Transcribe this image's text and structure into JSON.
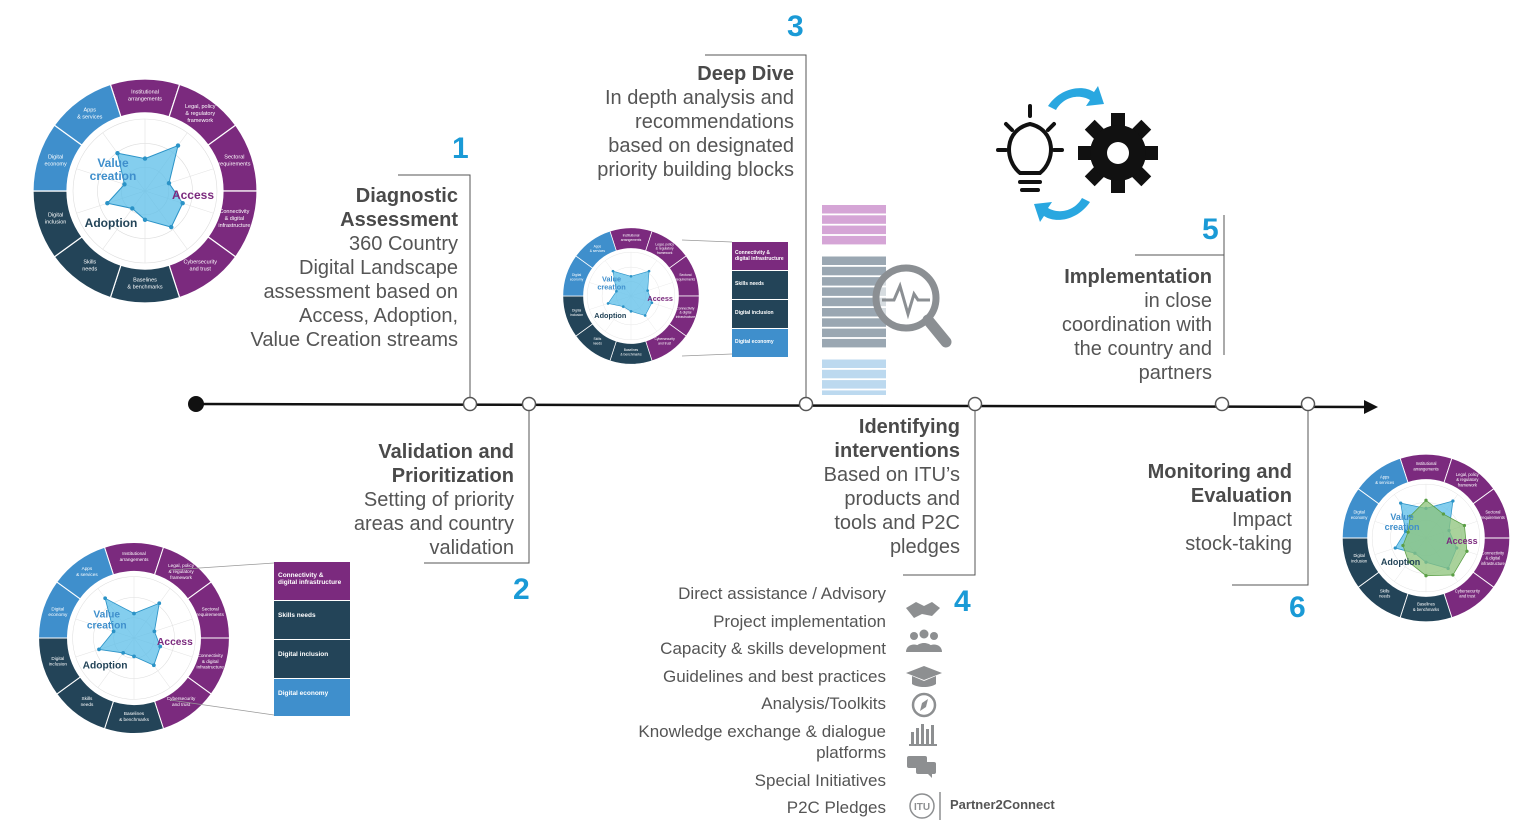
{
  "stages": [
    {
      "number": "1",
      "title": "Diagnostic\nAssessment",
      "body": "360 Country\nDigital Landscape\nassessment based on\nAccess, Adoption,\nValue Creation streams"
    },
    {
      "number": "2",
      "title": "Validation and\nPrioritization",
      "body": "Setting of priority\nareas and country\nvalidation"
    },
    {
      "number": "3",
      "title": "Deep Dive",
      "body": "In depth analysis and\nrecommendations\nbased on designated\npriority building blocks"
    },
    {
      "number": "4",
      "title": "Identifying\ninterventions",
      "body": "Based on ITU’s\nproducts and\ntools and P2C\npledges"
    },
    {
      "number": "5",
      "title": "Implementation",
      "body": "in close\ncoordination with\nthe country and\npartners"
    },
    {
      "number": "6",
      "title": "Monitoring and\nEvaluation",
      "body": "Impact\nstock-taking"
    }
  ],
  "wheel": {
    "centers": [
      "Value\ncreation",
      "Access",
      "Adoption"
    ],
    "segments": [
      "Institutional\narrangements",
      "Legal, policy\n& regulatory\nframework",
      "Sectoral\nrequirements",
      "Connectivity\n& digital\ninfrastructure",
      "Cybersecurity\nand trust",
      "Baselines\n& benchmarks",
      "Skills\nneeds",
      "Digital\ninclusion",
      "Digital\neconomy",
      "Apps\n& services"
    ]
  },
  "priority_blocks": [
    "Connectivity &\ndigital infrastructure",
    "Skills needs",
    "Digital inclusion",
    "Digital economy"
  ],
  "tools": [
    {
      "label": "Direct assistance / Advisory",
      "icon": "handshake-icon"
    },
    {
      "label": "Project implementation",
      "icon": "hammer-icon"
    },
    {
      "label": "Capacity & skills development",
      "icon": "people-group-icon"
    },
    {
      "label": "Guidelines and best practices",
      "icon": "graduation-cap-icon"
    },
    {
      "label": "Analysis/Toolkits",
      "icon": "compass-icon"
    },
    {
      "label": "Knowledge exchange & dialogue\nplatforms",
      "icon": "bar-chart-icon"
    },
    {
      "label": "Special Initiatives",
      "icon": "chat-bubbles-icon"
    },
    {
      "label": "P2C Pledges",
      "icon": "itu-logo-icon"
    }
  ],
  "p2c_brand": "Partner2Connect",
  "colors": {
    "purple": "#7b2a7e",
    "dark_teal": "#234458",
    "light_blue": "#3f8fcc",
    "accent_blue": "#1a9ad6",
    "radar_fill": "#5bbde8",
    "radar_green": "#8cc37a"
  }
}
